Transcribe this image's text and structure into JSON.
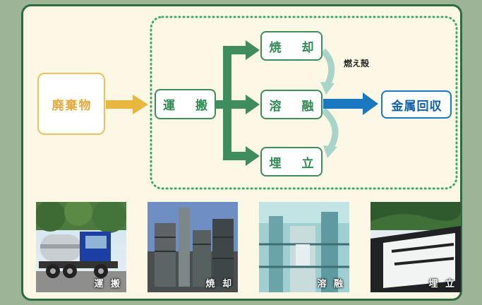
{
  "nodes": {
    "waste": "廃棄物",
    "transport": "運　搬",
    "incinerate": "焼　却",
    "melt": "溶　融",
    "landfill": "埋　立",
    "metal": "金属回収"
  },
  "edge_label": "燃え殻",
  "photos": [
    {
      "caption": "運 搬",
      "icon": "truck"
    },
    {
      "caption": "焼 却",
      "icon": "incineration-plant"
    },
    {
      "caption": "溶 融",
      "icon": "melting-plant"
    },
    {
      "caption": "埋 立",
      "icon": "landfill-site"
    }
  ],
  "colors": {
    "frame": "#2f6a45",
    "flow_green": "#3f8c5d",
    "flow_orange": "#e9b63f",
    "flow_blue": "#1b78c0",
    "ash_arrow": "#a9d4c9",
    "dotted_border": "#3aa86a"
  }
}
